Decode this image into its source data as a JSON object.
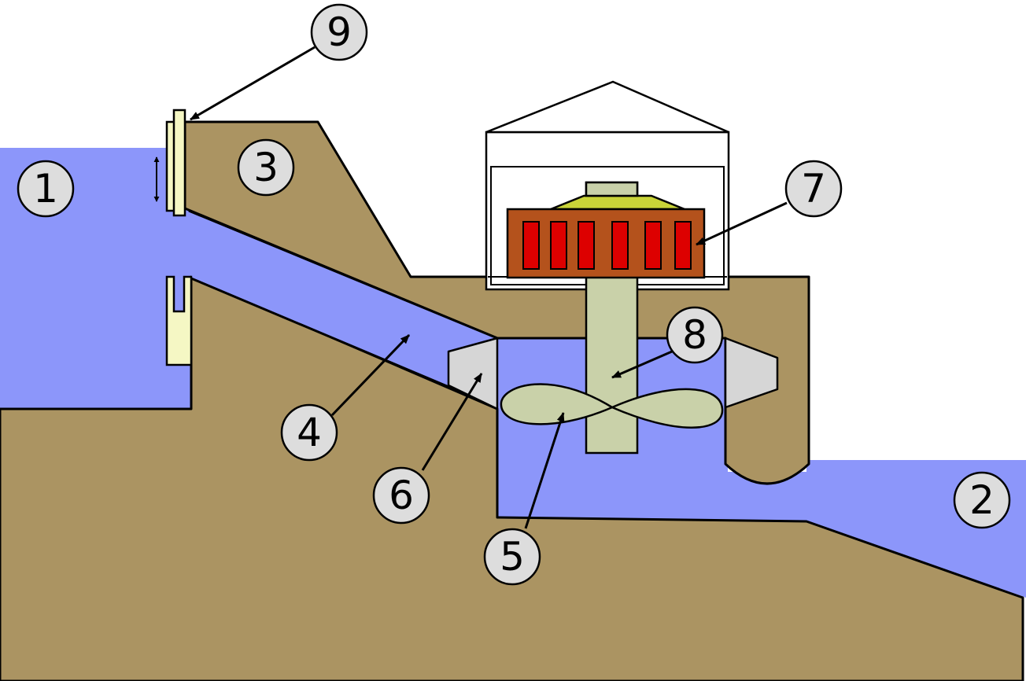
{
  "colors": {
    "ground": "#ab9462",
    "water": "#8c96fa",
    "shaft": "#c9d1a9",
    "gate": "#f5f7c4",
    "wicket": "#d6d6d6",
    "rotor": "#b4521c",
    "coil": "#dd0000",
    "exciter": "#c9d438",
    "badge": "#dddddd"
  },
  "labels": {
    "l1": "1",
    "l2": "2",
    "l3": "3",
    "l4": "4",
    "l5": "5",
    "l6": "6",
    "l7": "7",
    "l8": "8",
    "l9": "9"
  }
}
